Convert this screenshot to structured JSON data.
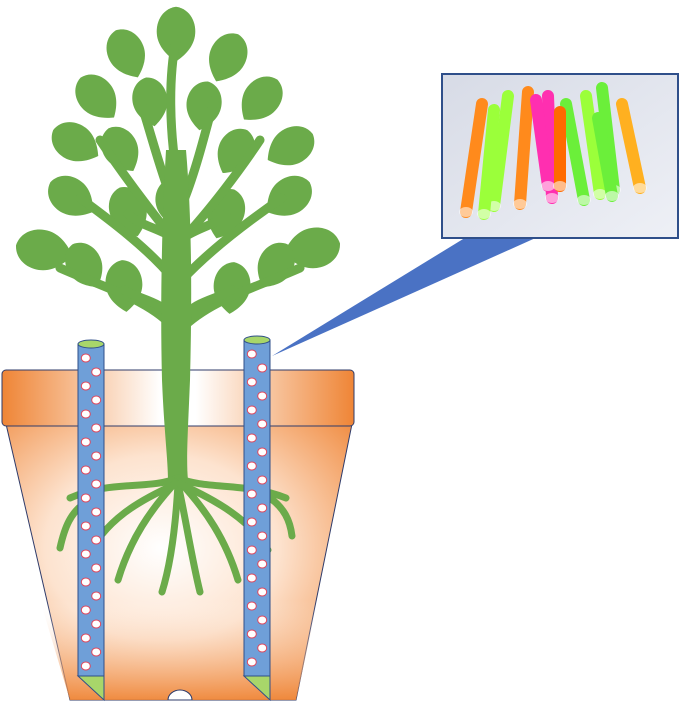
{
  "diagram": {
    "subject": "plant-pot-watering-straws",
    "colors": {
      "plant_green": "#6bab4a",
      "pot_orange": "#ef8536",
      "pot_light": "#ffffff",
      "tube_blue": "#6f9fd8",
      "tube_edge": "#2f4f8a",
      "hole_fill": "#ffffff",
      "hole_edge": "#e0455a",
      "tube_tip_green": "#a8d66a",
      "callout_blue": "#4a72c4",
      "photo_frame": "#2f4f8a"
    },
    "photo": {
      "subject": "colored-drinking-straws",
      "straw_colors": [
        "#ff8a1c",
        "#ff6a00",
        "#9bff3a",
        "#ff2fb0",
        "#6bef3a",
        "#ffb020"
      ]
    },
    "straw_count_in_pot": 2
  }
}
